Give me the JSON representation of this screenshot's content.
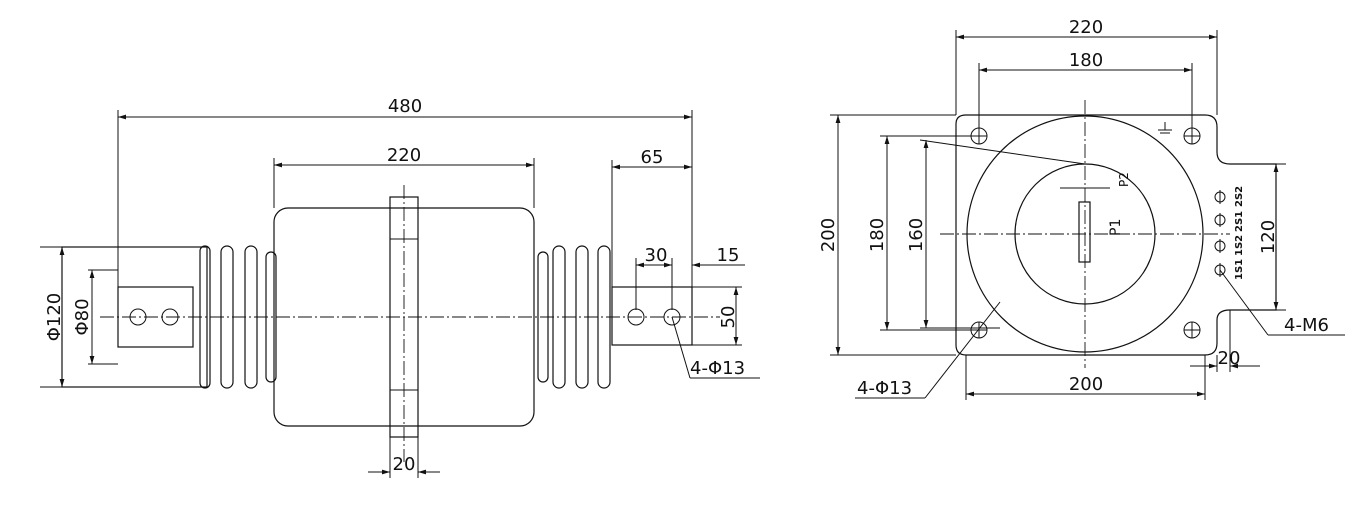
{
  "side_view": {
    "dim_overall": "480",
    "dim_body": "220",
    "dim_terminal": "65",
    "dim_hole_spacing": "30",
    "dim_hole_edge": "15",
    "dim_bar_width": "50",
    "dim_outer_dia": "Φ120",
    "dim_inner_dia": "Φ80",
    "dim_flange": "20",
    "hole_callout": "4-Φ13"
  },
  "top_view": {
    "dim_width": "220",
    "dim_hole_spacing_x": "180",
    "dim_height": "200",
    "dim_hole_spacing_y": "180",
    "dim_circle": "160",
    "dim_tab": "120",
    "dim_bottom": "200",
    "dim_tab_depth": "20",
    "hole_callout": "4-Φ13",
    "thread_callout": "4-M6",
    "terminal_p1": "P1",
    "terminal_p2": "P2",
    "secondary_labels": [
      "2S2",
      "2S1",
      "1S2",
      "1S1"
    ]
  }
}
